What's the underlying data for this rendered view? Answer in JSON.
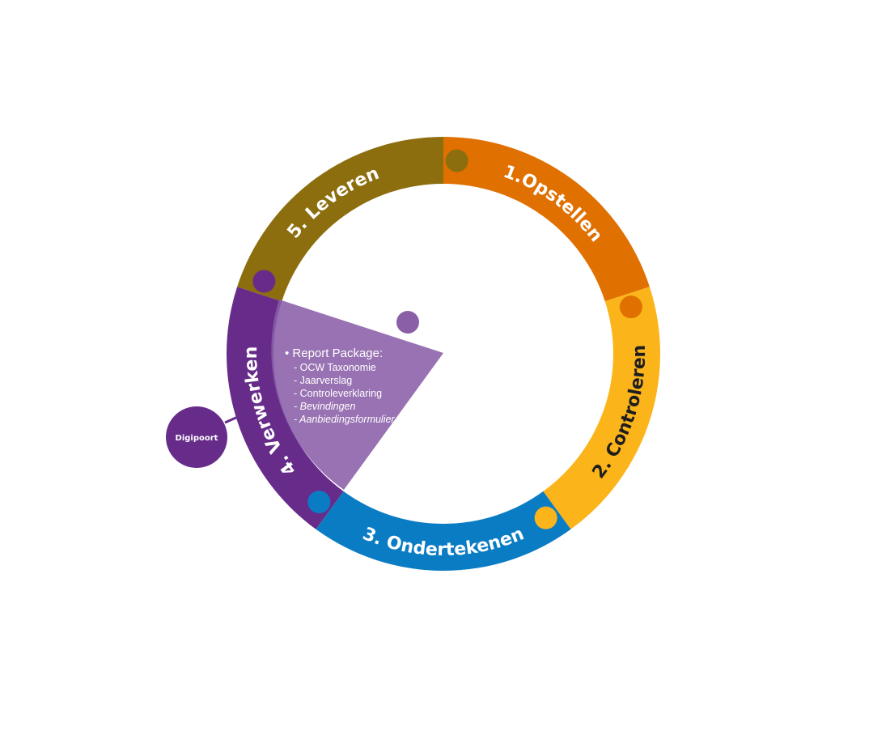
{
  "colors": {
    "orange": "#E07000",
    "yellow": "#FBB41A",
    "blue": "#0A7CC4",
    "purple": "#672C8A",
    "olive": "#8C6E0E",
    "wedge": "#8A5FA8"
  },
  "steps": [
    {
      "label": "1.Opstellen",
      "color": "#E07000"
    },
    {
      "label": "2. Controleren",
      "color": "#FBB41A"
    },
    {
      "label": "3. Ondertekenen",
      "color": "#0A7CC4"
    },
    {
      "label": "4. Verwerken",
      "color": "#672C8A"
    },
    {
      "label": "5. Leveren",
      "color": "#8C6E0E"
    }
  ],
  "package": {
    "title": "• Report Package:",
    "items": [
      "- OCW Taxonomie",
      "- Jaarverslag",
      "- Controleverklaring"
    ],
    "italic_items": [
      "- Bevindingen",
      "- Aanbiedingsformulier"
    ]
  },
  "digipoort": "Digipoort"
}
